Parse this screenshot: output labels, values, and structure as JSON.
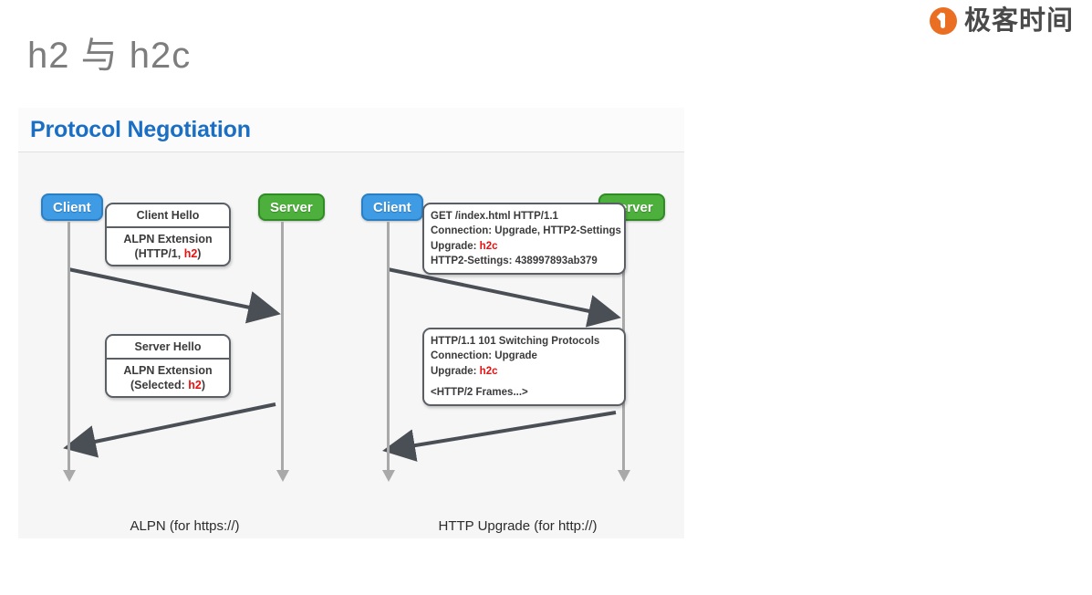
{
  "slide": {
    "title": "h2 与 h2c"
  },
  "logo": {
    "text": "极客时间",
    "mark": "geektime-circle-icon",
    "color": "#ea6f23"
  },
  "panel": {
    "title": "Protocol Negotiation",
    "title_color": "#1a6fc4",
    "background": "#f6f6f6"
  },
  "diagrams": [
    {
      "id": "alpn",
      "caption": "ALPN (for https://)",
      "client_label": "Client",
      "server_label": "Server",
      "client_color": "#3e9be4",
      "server_color": "#4db03c",
      "messages": [
        {
          "direction": "client-to-server",
          "rows": [
            {
              "text": "Client Hello"
            },
            {
              "text": "ALPN Extension"
            },
            {
              "text": "(HTTP/1, ",
              "highlight": "h2",
              "suffix": ")"
            }
          ]
        },
        {
          "direction": "server-to-client",
          "rows": [
            {
              "text": "Server Hello"
            },
            {
              "text": "ALPN Extension"
            },
            {
              "text": "(Selected: ",
              "highlight": "h2",
              "suffix": ")"
            }
          ]
        }
      ]
    },
    {
      "id": "upgrade",
      "caption": "HTTP Upgrade (for http://)",
      "client_label": "Client",
      "server_label": "Server",
      "client_color": "#3e9be4",
      "server_color": "#4db03c",
      "messages": [
        {
          "direction": "client-to-server",
          "lines": [
            {
              "text": "GET /index.html HTTP/1.1"
            },
            {
              "text": "Connection: Upgrade, HTTP2-Settings"
            },
            {
              "text": "Upgrade: ",
              "highlight": "h2c"
            },
            {
              "text": "HTTP2-Settings: 438997893ab379"
            }
          ]
        },
        {
          "direction": "server-to-client",
          "lines": [
            {
              "text": "HTTP/1.1 101 Switching Protocols"
            },
            {
              "text": "Connection: Upgrade"
            },
            {
              "text": "Upgrade: ",
              "highlight": "h2c"
            },
            {
              "blank": true
            },
            {
              "text": "<HTTP/2 Frames...>"
            }
          ]
        }
      ]
    }
  ],
  "colors": {
    "highlight": "#e81010",
    "arrow": "#4a4f55",
    "lifeline": "#a9a9a9",
    "box_border": "#5a5f66"
  }
}
